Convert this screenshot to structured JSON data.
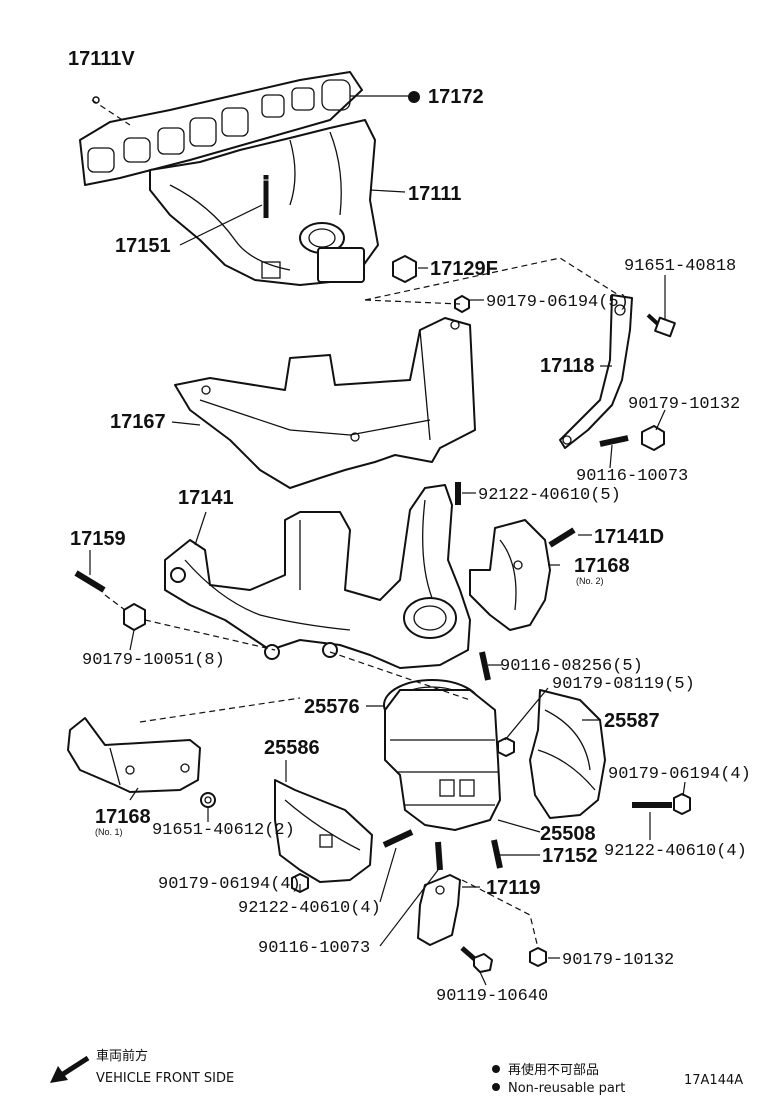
{
  "callouts": {
    "p17111V": "17111V",
    "p17172": "17172",
    "p17111": "17111",
    "p17151": "17151",
    "p17129F": "17129F",
    "p91651_40818": "91651-40818",
    "p90179_06194_5": "90179-06194(5)",
    "p17118": "17118",
    "p90179_10132_a": "90179-10132",
    "p17167": "17167",
    "p90116_10073_a": "90116-10073",
    "p92122_40610_5": "92122-40610(5)",
    "p17141": "17141",
    "p17159": "17159",
    "p17141D": "17141D",
    "p17168_no2": "17168",
    "no2_note": "(No. 2)",
    "p90179_10051_8": "90179-10051(8)",
    "p90116_08256_5": "90116-08256(5)",
    "p90179_08119_5": "90179-08119(5)",
    "p25576": "25576",
    "p25587": "25587",
    "p25586": "25586",
    "p90179_06194_4a": "90179-06194(4)",
    "p17168_no1": "17168",
    "no1_note": "(No. 1)",
    "p91651_40612": "91651-40612(2)",
    "p25508": "25508",
    "p17152": "17152",
    "p92122_40610_4a": "92122-40610(4)",
    "p90179_06194_4b": "90179-06194(4)",
    "p92122_40610_4b": "92122-40610(4)",
    "p17119": "17119",
    "p90116_10073_b": "90116-10073",
    "p90179_10132_b": "90179-10132",
    "p90119_10640": "90119-10640"
  },
  "footer": {
    "front_jp": "車両前方",
    "front_en": "VEHICLE FRONT SIDE",
    "nonreuse_jp": "再使用不可部品",
    "nonreuse_en": "Non-reusable part",
    "figure_code": "17A144A"
  }
}
